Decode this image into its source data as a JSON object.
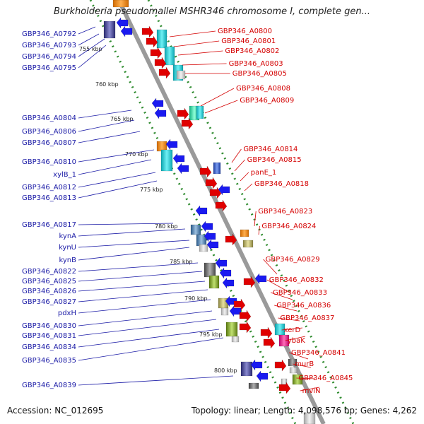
{
  "title": "Burkholderia pseudomallei MSHR346 chromosome I, complete gen...",
  "footer": {
    "accession": "Accession: NC_012695",
    "topology": "Topology: linear; Length: 4,098,576 bp; Genes: 4,262"
  },
  "colors": {
    "left_label": "#1a1aa6",
    "right_label": "#d40000",
    "backbone": "#9a9a9a",
    "dots": "#2e8b2e"
  },
  "scale_marks": [
    "755 kbp",
    "760 kbp",
    "765 kbp",
    "770 kbp",
    "775 kbp",
    "780 kbp",
    "785 kbp",
    "790 kbp",
    "795 kbp",
    "800 kbp"
  ],
  "left_labels": [
    "GBP346_A0792",
    "GBP346_A0793",
    "GBP346_A0794",
    "GBP346_A0795",
    "GBP346_A0804",
    "GBP346_A0806",
    "GBP346_A0807",
    "GBP346_A0810",
    "xylB_1",
    "GBP346_A0812",
    "GBP346_A0813",
    "GBP346_A0817",
    "kynA",
    "kynU",
    "kynB",
    "GBP346_A0822",
    "GBP346_A0825",
    "GBP346_A0826",
    "GBP346_A0827",
    "pdxH",
    "GBP346_A0830",
    "GBP346_A0831",
    "GBP346_A0834",
    "GBP346_A0835",
    "GBP346_A0839"
  ],
  "right_labels": [
    "GBP346_A0800",
    "GBP346_A0801",
    "GBP346_A0802",
    "GBP346_A0803",
    "GBP346_A0805",
    "GBP346_A0808",
    "GBP346_A0809",
    "GBP346_A0814",
    "GBP346_A0815",
    "panE_1",
    "GBP346_A0818",
    "GBP346_A0823",
    "GBP346_A0824",
    "GBP346_A0829",
    "GBP346_A0832",
    "GBP346_A0833",
    "GBP346_A0836",
    "GBP346_A0837",
    "xerD",
    "ybaK",
    "GBP346_A0841",
    "murB",
    "GBP346_A0845",
    "mviN"
  ]
}
